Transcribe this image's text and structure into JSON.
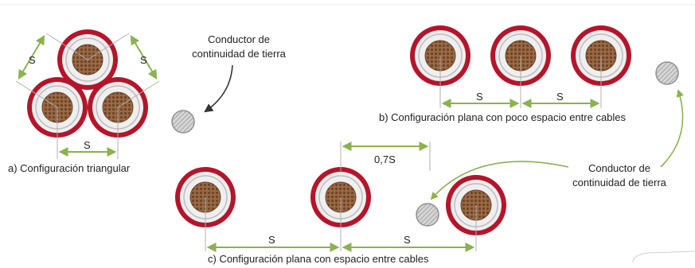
{
  "diagram": {
    "dimension_letter": "S",
    "spacing_label_c": "0,7S",
    "ground_label_line1": "Conductor de",
    "ground_label_line2": "continuidad de tierra",
    "caption_a": "a) Configuración triangular",
    "caption_b": "b) Configuración plana con poco espacio entre cables",
    "caption_c": "c) Configuración plana con espacio entre cables"
  },
  "colors": {
    "sheath_red": "#b5152b",
    "insulation_white": "#efefef",
    "insulation_gray": "#cfcfcf",
    "conductor_brown": "#8a5a3a",
    "dimension_green": "#8ab24f",
    "ground_gray": "#bdbdbd",
    "arrow_dark": "#333333"
  }
}
